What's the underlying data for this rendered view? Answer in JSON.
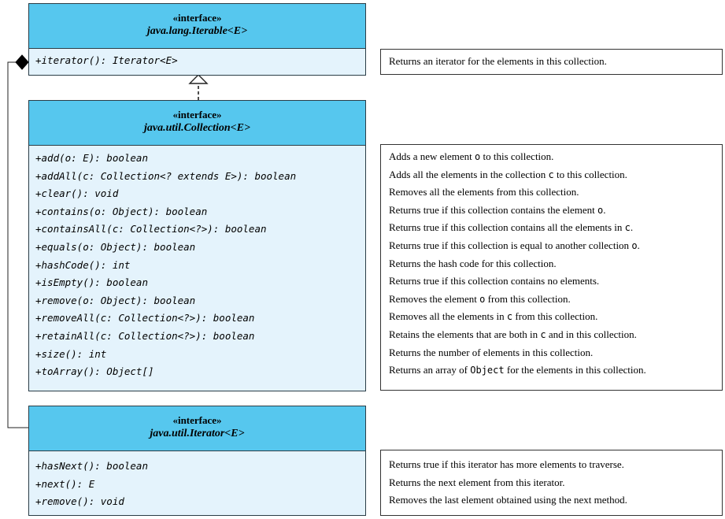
{
  "iterable": {
    "stereotype": "«interface»",
    "name": "java.lang.Iterable<E>",
    "methods": [
      "+iterator(): Iterator<E>"
    ],
    "descriptions": [
      [
        {
          "t": "Returns an iterator for the elements in this collection."
        }
      ]
    ]
  },
  "collection": {
    "stereotype": "«interface»",
    "name": "java.util.Collection<E>",
    "methods": [
      "+add(o: E): boolean",
      "+addAll(c: Collection<? extends E>): boolean",
      "+clear(): void",
      "+contains(o: Object): boolean",
      "+containsAll(c: Collection<?>): boolean",
      "+equals(o: Object): boolean",
      "+hashCode(): int",
      "+isEmpty(): boolean",
      "+remove(o: Object): boolean",
      "+removeAll(c: Collection<?>): boolean",
      "+retainAll(c: Collection<?>): boolean",
      "+size(): int",
      "+toArray(): Object[]"
    ],
    "descriptions": [
      [
        {
          "t": "Adds a new element "
        },
        {
          "t": "o",
          "m": true
        },
        {
          "t": " to this collection."
        }
      ],
      [
        {
          "t": "Adds all the elements in the collection "
        },
        {
          "t": "c",
          "m": true
        },
        {
          "t": " to this collection."
        }
      ],
      [
        {
          "t": "Removes all the elements from this collection."
        }
      ],
      [
        {
          "t": "Returns true if this collection contains the element "
        },
        {
          "t": "o",
          "m": true
        },
        {
          "t": "."
        }
      ],
      [
        {
          "t": "Returns true if this collection contains all the elements in "
        },
        {
          "t": "c",
          "m": true
        },
        {
          "t": "."
        }
      ],
      [
        {
          "t": "Returns true if this collection is equal to another collection "
        },
        {
          "t": "o",
          "m": true
        },
        {
          "t": "."
        }
      ],
      [
        {
          "t": "Returns the hash code for this collection."
        }
      ],
      [
        {
          "t": "Returns true if this collection contains no elements."
        }
      ],
      [
        {
          "t": "Removes the element "
        },
        {
          "t": "o",
          "m": true
        },
        {
          "t": " from this collection."
        }
      ],
      [
        {
          "t": "Removes all the elements in "
        },
        {
          "t": "c",
          "m": true
        },
        {
          "t": " from this collection."
        }
      ],
      [
        {
          "t": "Retains the elements that are both in "
        },
        {
          "t": "c",
          "m": true
        },
        {
          "t": " and in this collection."
        }
      ],
      [
        {
          "t": "Returns the number of elements in this collection."
        }
      ],
      [
        {
          "t": "Returns an array of "
        },
        {
          "t": "Object",
          "m": true
        },
        {
          "t": " for the elements in this collection."
        }
      ]
    ]
  },
  "iterator": {
    "stereotype": "«interface»",
    "name": "java.util.Iterator<E>",
    "methods": [
      "+hasNext(): boolean",
      "+next(): E",
      "+remove(): void"
    ],
    "descriptions": [
      [
        {
          "t": "Returns true if this iterator has more elements to traverse."
        }
      ],
      [
        {
          "t": "Returns the next element from this iterator."
        }
      ],
      [
        {
          "t": "Removes the last element obtained using the next method."
        }
      ]
    ]
  }
}
